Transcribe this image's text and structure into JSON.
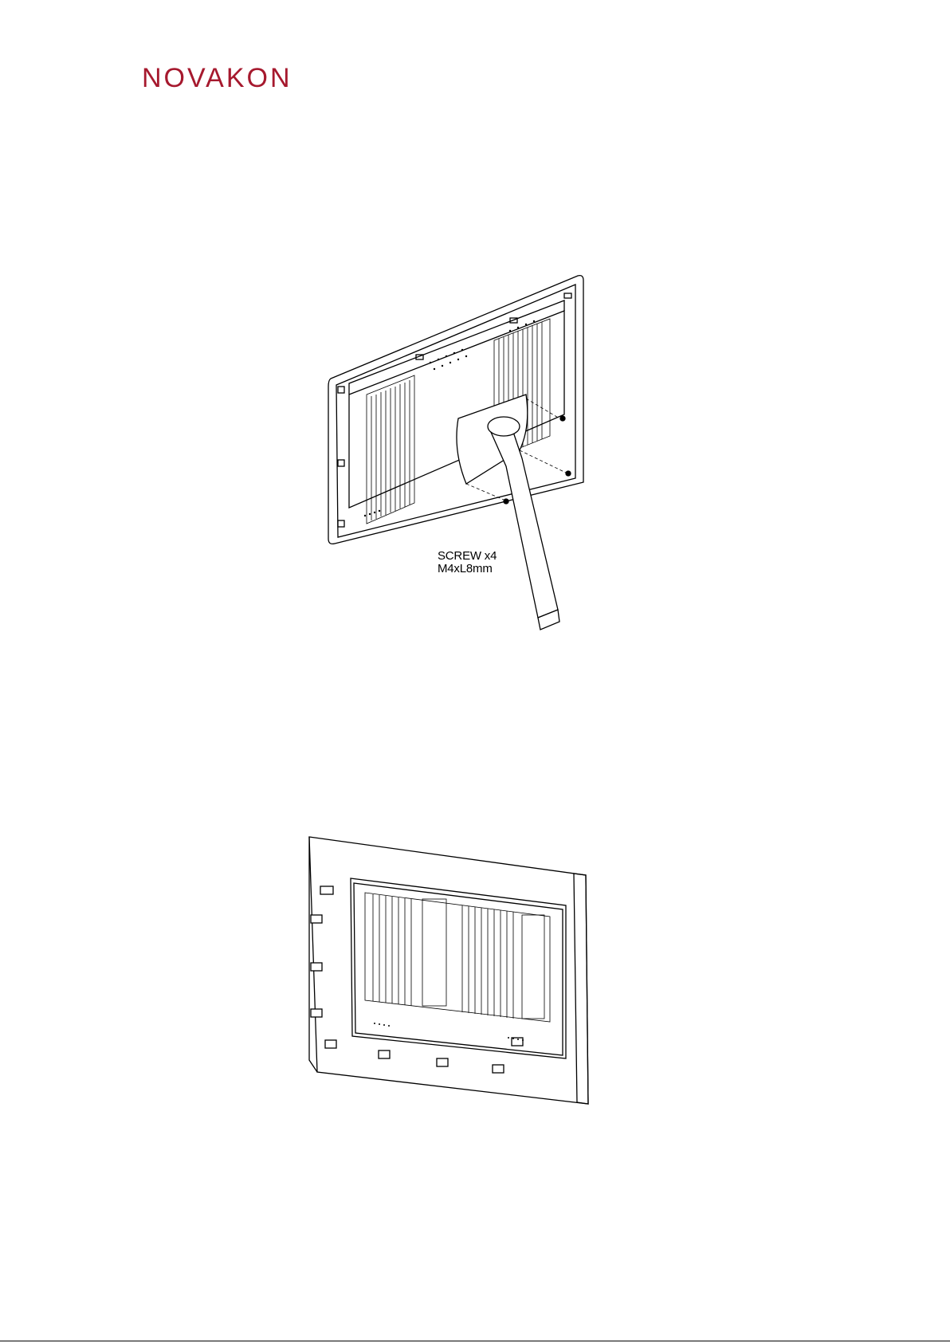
{
  "brand": {
    "name": "NOVAKON",
    "color": "#A6192E"
  },
  "figures": [
    {
      "id": "vesa-mount",
      "callout_line1": "SCREW x4",
      "callout_line2": "M4xL8mm"
    },
    {
      "id": "panel-mount"
    }
  ]
}
